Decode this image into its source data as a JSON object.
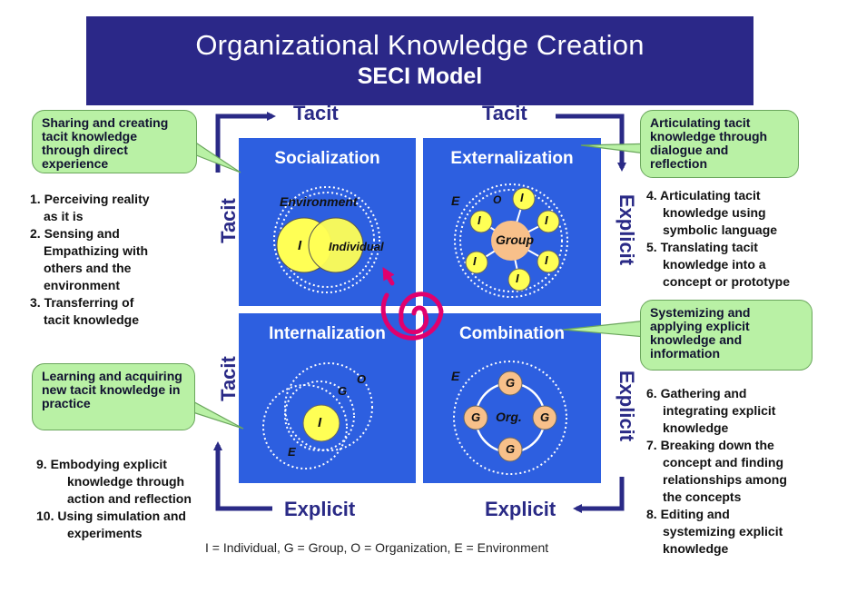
{
  "title": "Organizational Knowledge Creation",
  "subtitle": "SECI Model",
  "axis_labels": {
    "top_left": "Tacit",
    "top_right": "Tacit",
    "bottom_left": "Explicit",
    "bottom_right": "Explicit",
    "left_upper": "Tacit",
    "left_lower": "Tacit",
    "right_upper": "Explicit",
    "right_lower": "Explicit"
  },
  "quadrants": {
    "socialization": {
      "title": "Socialization",
      "environment": "Environment",
      "individual_symbol": "I",
      "individual": "Individual"
    },
    "externalization": {
      "title": "Externalization",
      "e_symbol": "E",
      "o_symbol": "O",
      "individual_symbol": "I",
      "group": "Group"
    },
    "internalization": {
      "title": "Internalization",
      "o_symbol": "O",
      "g_symbol": "G",
      "individual_symbol": "I",
      "e_symbol": "E"
    },
    "combination": {
      "title": "Combination",
      "e_symbol": "E",
      "g_symbol": "G",
      "org": "Org."
    }
  },
  "callouts": {
    "socialization": "Sharing and creating tacit knowledge through direct experience",
    "externalization": "Articulating  tacit knowledge through dialogue and reflection",
    "combination": "Systemizing and applying  explicit knowledge and information",
    "internalization": "Learning and acquiring  new tacit knowledge in practice"
  },
  "lists": {
    "socialization": [
      "1. Perceiving reality",
      "as it is",
      "2. Sensing and",
      "Empathizing with",
      "others and the",
      "environment",
      "3. Transferring of",
      "tacit knowledge"
    ],
    "externalization": [
      "4. Articulating tacit",
      "knowledge using",
      "symbolic language",
      "5. Translating tacit",
      "knowledge into a",
      "concept or prototype"
    ],
    "combination": [
      "6. Gathering and",
      "integrating explicit",
      "knowledge",
      "7. Breaking down the",
      "concept and finding",
      "relationships among",
      "the concepts",
      "8. Editing and",
      "systemizing explicit",
      "knowledge"
    ],
    "internalization": [
      "9. Embodying explicit",
      "knowledge through",
      "action and reflection",
      "10. Using simulation and",
      "experiments"
    ]
  },
  "legend": "I  = Individual, G = Group, O = Organization, E = Environment",
  "colors": {
    "banner": "#2b2888",
    "quadrant": "#2d5fe0",
    "callout": "#b9f1a5",
    "spiral": "#e0006e",
    "node_yellow": "#ffff55",
    "node_orange": "#f8c08a"
  }
}
